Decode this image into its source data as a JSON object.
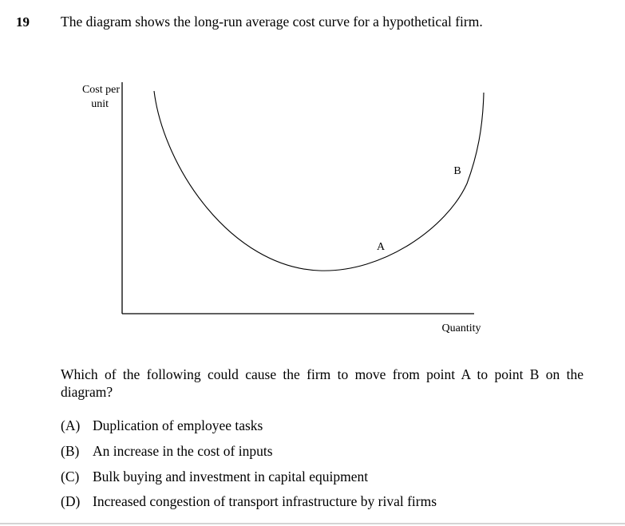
{
  "question": {
    "number": "19",
    "stem": "The diagram shows the long-run average cost curve for a hypothetical firm.",
    "prompt": "Which of the following could cause the firm to move from point A to point B on the diagram?"
  },
  "diagram": {
    "y_axis_label_line1": "Cost per",
    "y_axis_label_line2": "unit",
    "x_axis_label": "Quantity",
    "point_a_label": "A",
    "point_b_label": "B"
  },
  "options": [
    {
      "letter": "(A)",
      "text": "Duplication of employee tasks"
    },
    {
      "letter": "(B)",
      "text": "An increase in the cost of inputs"
    },
    {
      "letter": "(C)",
      "text": "Bulk buying and investment in capital equipment"
    },
    {
      "letter": "(D)",
      "text": "Increased congestion of transport infrastructure by rival firms"
    }
  ]
}
